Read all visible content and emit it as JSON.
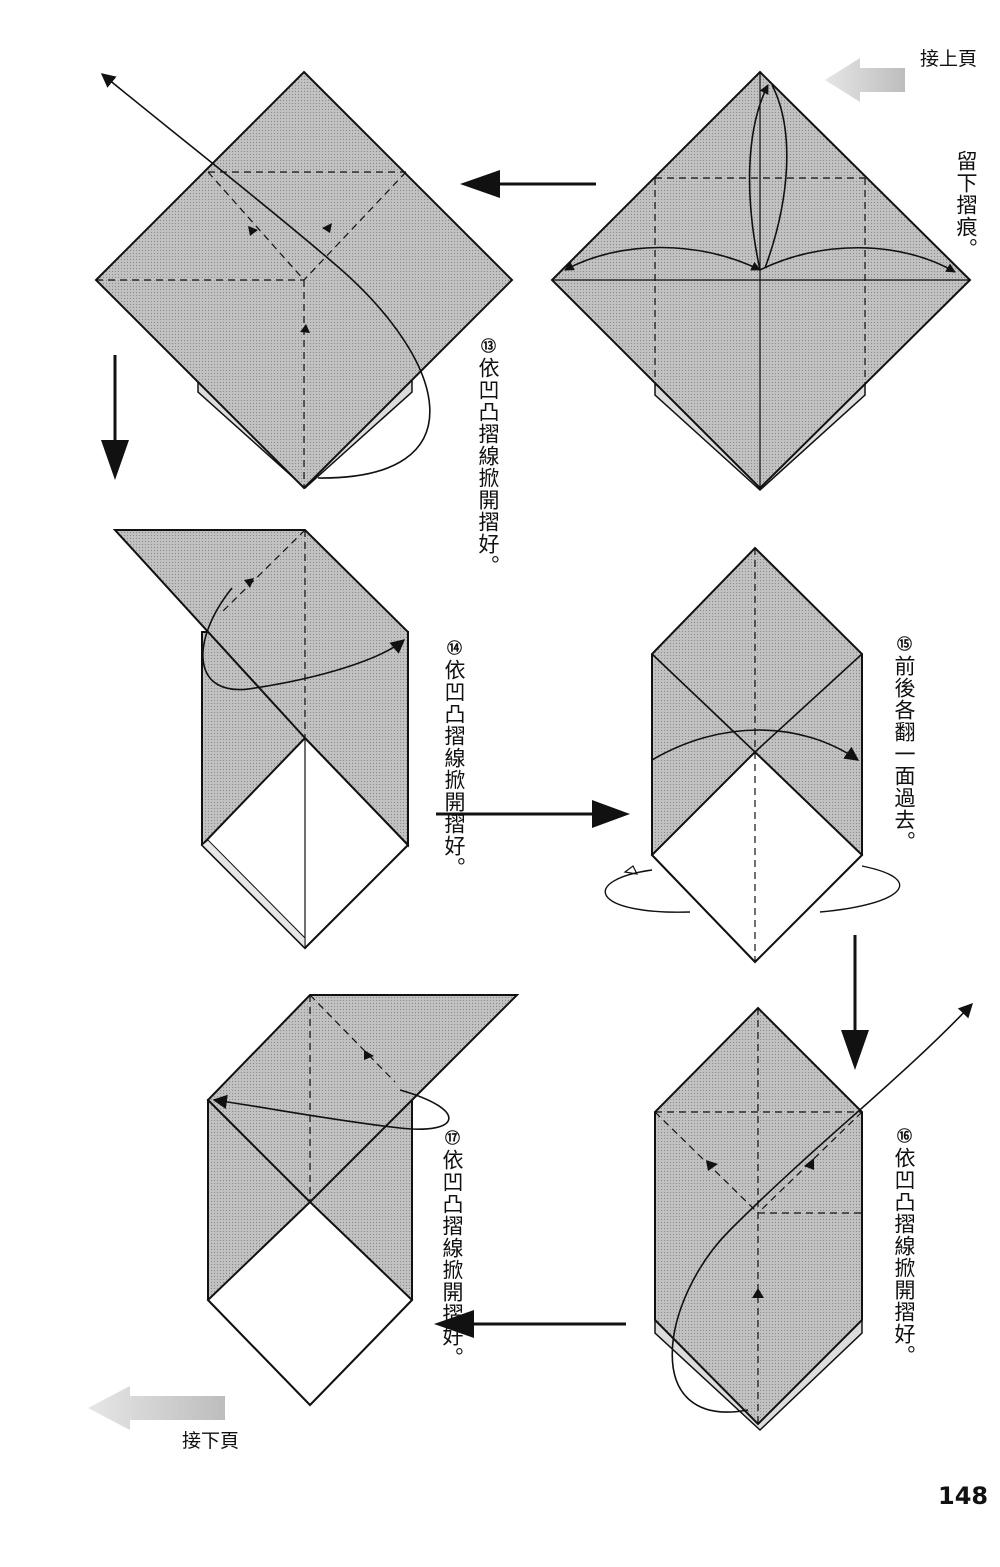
{
  "nav": {
    "continue_from": "接上頁",
    "continue_to": "接下頁"
  },
  "page_number": "148",
  "steps": [
    {
      "id": "step-12",
      "number": "",
      "lines": [
        "留下",
        "摺痕。"
      ]
    },
    {
      "id": "step-13",
      "number": "⑬",
      "lines": [
        "依凹凸摺線",
        "掀開摺好。"
      ]
    },
    {
      "id": "step-14",
      "number": "⑭",
      "lines": [
        "依凹凸摺線",
        "掀開摺好。"
      ]
    },
    {
      "id": "step-15",
      "number": "⑮",
      "lines": [
        "前後各翻一面過去。"
      ]
    },
    {
      "id": "step-16",
      "number": "⑯",
      "lines": [
        "依凹凸摺線掀開摺好。"
      ]
    },
    {
      "id": "step-17",
      "number": "⑰",
      "lines": [
        "依凹凸摺線",
        "掀開摺好。"
      ]
    }
  ],
  "colors": {
    "paper_shade": "#bdbdbd",
    "paper_white": "#ffffff",
    "line": "#111111",
    "nav_arrow": "#c8c8c8"
  }
}
